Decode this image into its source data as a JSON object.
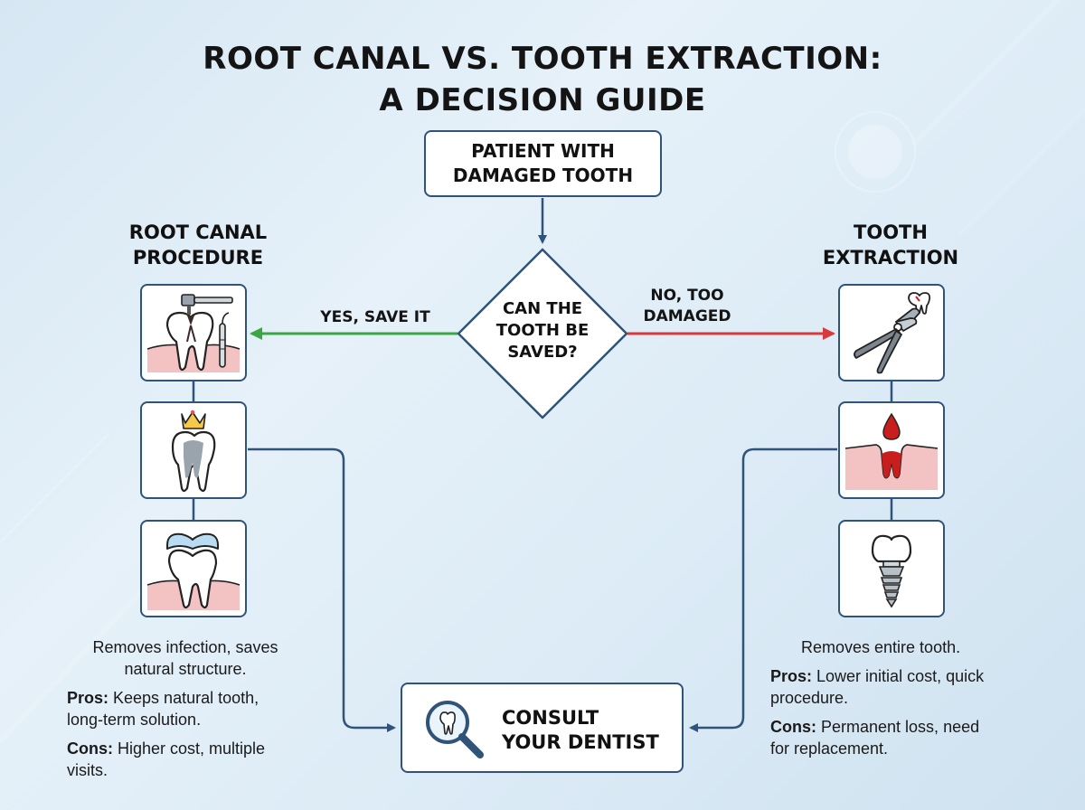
{
  "title": {
    "line1": "ROOT CANAL VS. TOOTH EXTRACTION:",
    "line2": "A DECISION GUIDE"
  },
  "start_node": {
    "line1": "PATIENT WITH",
    "line2": "DAMAGED TOOTH"
  },
  "decision": {
    "line1": "CAN THE",
    "line2": "TOOTH BE",
    "line3": "SAVED?"
  },
  "left_branch": {
    "edge_label": "YES, SAVE IT",
    "heading": {
      "line1": "ROOT CANAL",
      "line2": "PROCEDURE"
    },
    "icons": [
      "dental-drill-tooth-icon",
      "tooth-crown-icon",
      "tooth-cap-icon"
    ],
    "summary": {
      "line1": "Removes infection, saves",
      "line2": "natural structure."
    },
    "pros_label": "Pros:",
    "pros_text": " Keeps natural tooth,",
    "pros_text2": "long-term solution.",
    "cons_label": "Cons:",
    "cons_text": " Higher cost, multiple",
    "cons_text2": "visits."
  },
  "right_branch": {
    "edge_label": {
      "line1": "NO, TOO",
      "line2": "DAMAGED"
    },
    "heading": {
      "line1": "TOOTH",
      "line2": "EXTRACTION"
    },
    "icons": [
      "extraction-pliers-icon",
      "bleeding-socket-icon",
      "dental-implant-icon"
    ],
    "summary": "Removes entire tooth.",
    "pros_label": "Pros:",
    "pros_text": " Lower initial cost, quick",
    "pros_text2": "procedure.",
    "cons_label": "Cons:",
    "cons_text": " Permanent loss, need",
    "cons_text2": "for replacement."
  },
  "consult": {
    "line1": "CONSULT",
    "line2": "YOUR DENTIST",
    "icon": "magnifier-tooth-icon"
  },
  "colors": {
    "border": "#2f5379",
    "yes_arrow": "#3aa644",
    "no_arrow": "#d8393c",
    "gum": "#f3c3c3",
    "blood": "#c81e1e"
  }
}
